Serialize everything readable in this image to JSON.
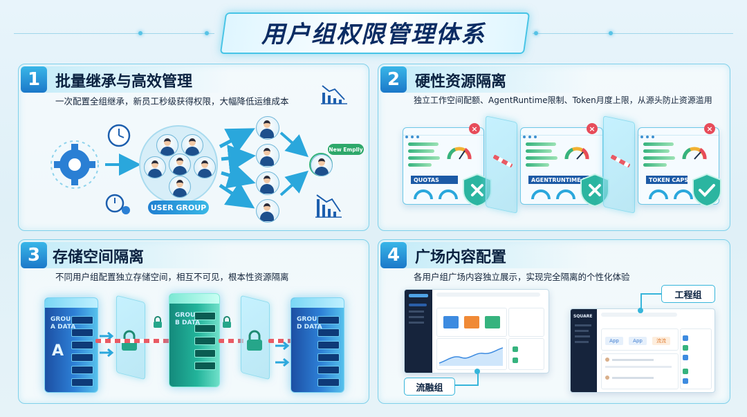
{
  "page_title": "用户组权限管理体系",
  "sections": [
    {
      "num": "1",
      "title": "批量继承与高效管理",
      "desc": "一次配置全组继承，新员工秒级获得权限，大幅降低运维成本",
      "group_label": "USER GROUP",
      "new_employee": "New Emplly"
    },
    {
      "num": "2",
      "title": "硬性资源隔离",
      "desc": "独立工作空间配额、AgentRuntime限制、Token月度上限，从源头防止资源滥用",
      "cards": [
        "QUOTAS",
        "AGENTRUNTIME LIMITS",
        "TOKEN CAPS"
      ]
    },
    {
      "num": "3",
      "title": "存储空间隔离",
      "desc": "不同用户组配置独立存储空间，相互不可见，根本性资源隔离",
      "servers": [
        {
          "line1": "GROUP",
          "line2": "A DATA",
          "mark": "A"
        },
        {
          "line1": "GROUP",
          "line2": "B DATA",
          "mark": ""
        },
        {
          "line1": "GROUP",
          "line2": "D DATA",
          "mark": ""
        }
      ]
    },
    {
      "num": "4",
      "title": "广场内容配置",
      "desc": "各用户组广场内容独立展示，实现完全隔离的个性化体验",
      "left_tag": "流融组",
      "right_tag": "工程组",
      "app_brand": "SQUARE",
      "app_tiles": [
        "App",
        "App",
        "流流"
      ]
    }
  ],
  "colors": {
    "accent": "#1b78c9",
    "cyan": "#47c4e6",
    "danger": "#e74c5a",
    "shield": "#2bb5a0"
  }
}
